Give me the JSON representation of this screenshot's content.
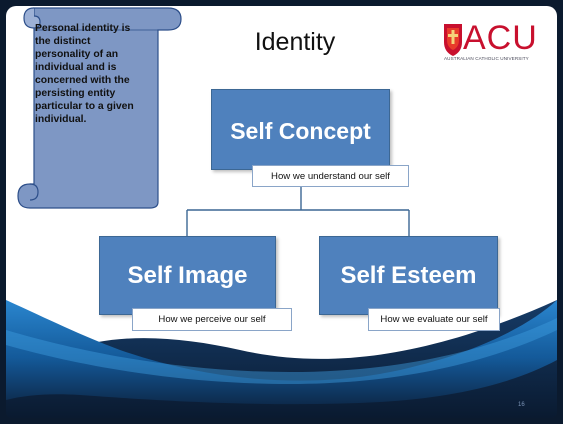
{
  "slide": {
    "title": "Identity",
    "page_number": "16"
  },
  "scroll": {
    "text": "Personal identity is the distinct personality of an individual and is concerned with the persisting entity particular to a given individual."
  },
  "logo": {
    "name": "ACU",
    "subtitle": "AUSTRALIAN CATHOLIC UNIVERSITY"
  },
  "diagram": {
    "top": {
      "title": "Self Concept",
      "label": "How we understand our self"
    },
    "left": {
      "title": "Self Image",
      "label": "How we perceive our self"
    },
    "right": {
      "title": "Self Esteem",
      "label": "How we evaluate our self"
    }
  },
  "colors": {
    "box_fill": "#4f81bd",
    "wave_blue": "#1e6fb3",
    "logo_red": "#c8102e"
  }
}
